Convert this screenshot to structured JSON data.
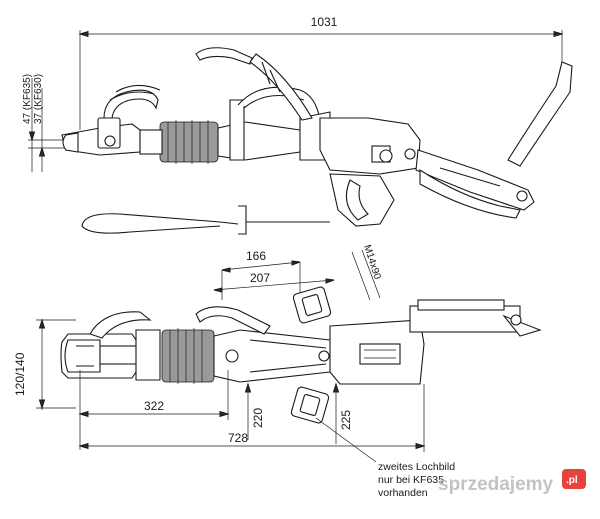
{
  "dimensions": {
    "overall_length": "1031",
    "height_kf635": "47 (KF635)",
    "height_kf630": "37 (KF630)",
    "d166": "166",
    "d207": "207",
    "thread": "M14x90",
    "height_120_140": "120/140",
    "d322": "322",
    "d220": "220",
    "d225": "225",
    "d728": "728"
  },
  "note": {
    "line1": "zweites Lochbild",
    "line2": "nur bei KF635",
    "line3": "vorhanden"
  },
  "watermark": {
    "text": "sprzedajemy",
    "badge": ".pl",
    "badge_color": "#e2231a"
  }
}
